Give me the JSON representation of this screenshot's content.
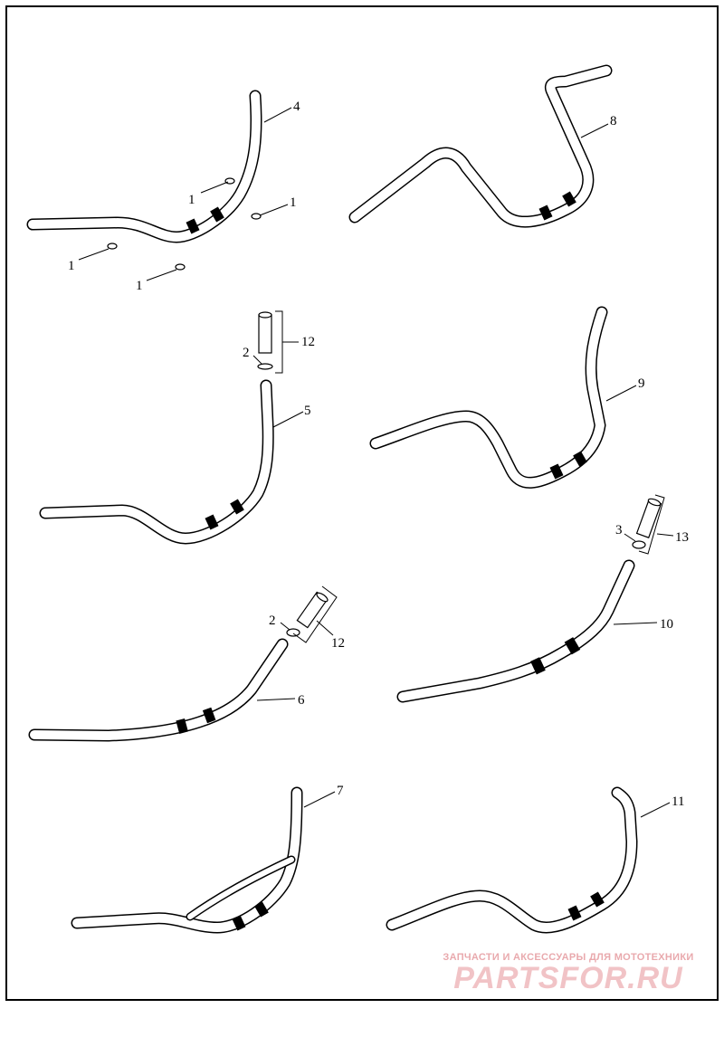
{
  "callouts": {
    "c1a": "1",
    "c1b": "1",
    "c1c": "1",
    "c1d": "1",
    "c4": "4",
    "c8": "8",
    "c12a": "12",
    "c2a": "2",
    "c5": "5",
    "c9": "9",
    "c13": "13",
    "c3": "3",
    "c10": "10",
    "c2b": "2",
    "c12b": "12",
    "c6": "6",
    "c7": "7",
    "c11": "11"
  },
  "watermark": {
    "tagline": "ЗАПЧАСТИ И АКСЕССУАРЫ ДЛЯ МОТОТЕХНИКИ",
    "logo": "PARTSFOR.RU",
    "color": "#e9a9ad"
  }
}
